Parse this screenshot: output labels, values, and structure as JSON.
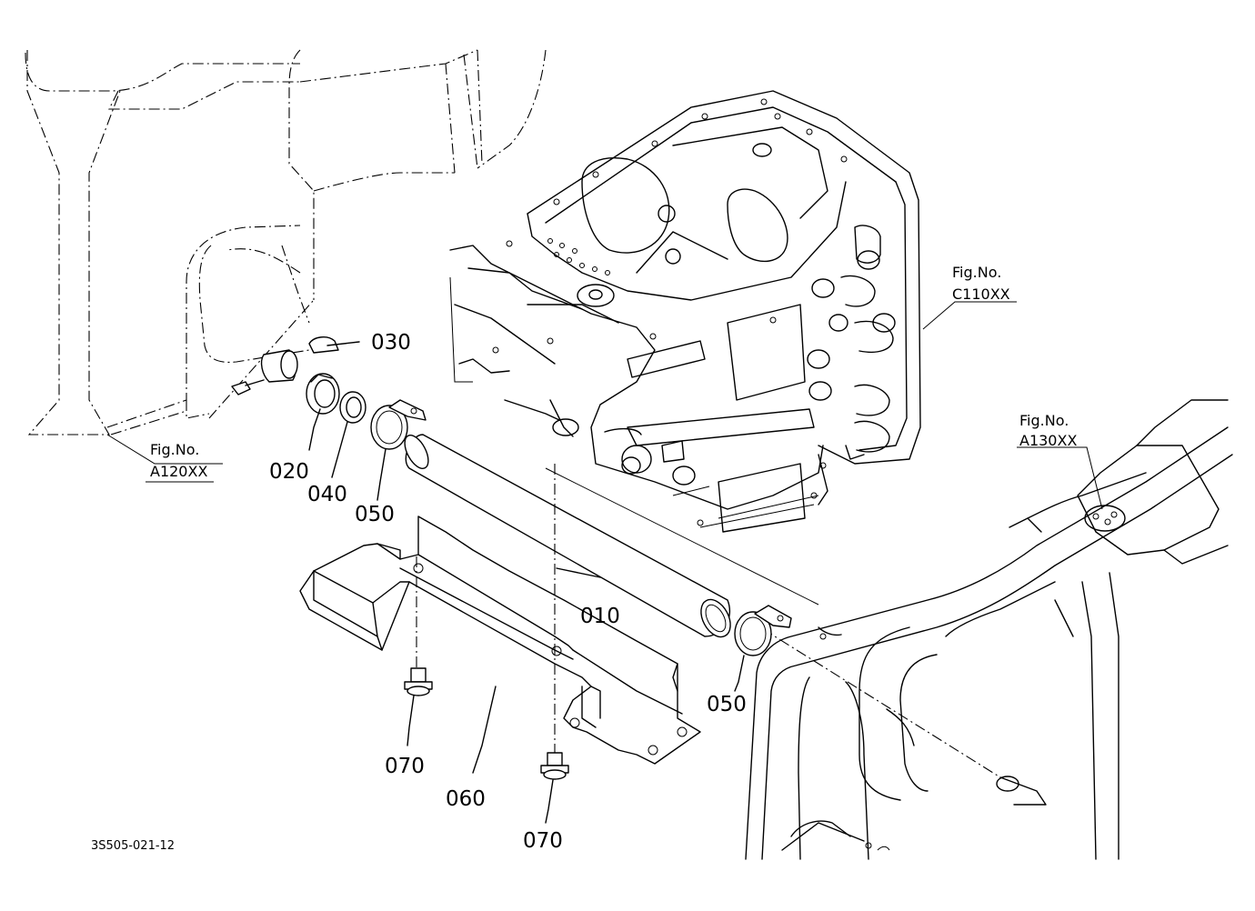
{
  "callouts": {
    "p010": "010",
    "p020": "020",
    "p030": "030",
    "p040": "040",
    "p050a": "050",
    "p050b": "050",
    "p060": "060",
    "p070a": "070",
    "p070b": "070"
  },
  "figrefs": {
    "a120": {
      "line1": "Fig.No.",
      "line2": "A120XX"
    },
    "c110": {
      "line1": "Fig.No.",
      "line2": "C110XX"
    },
    "a130": {
      "line1": "Fig.No.",
      "line2": "A130XX"
    }
  },
  "drawing_code": "3S505-021-12"
}
